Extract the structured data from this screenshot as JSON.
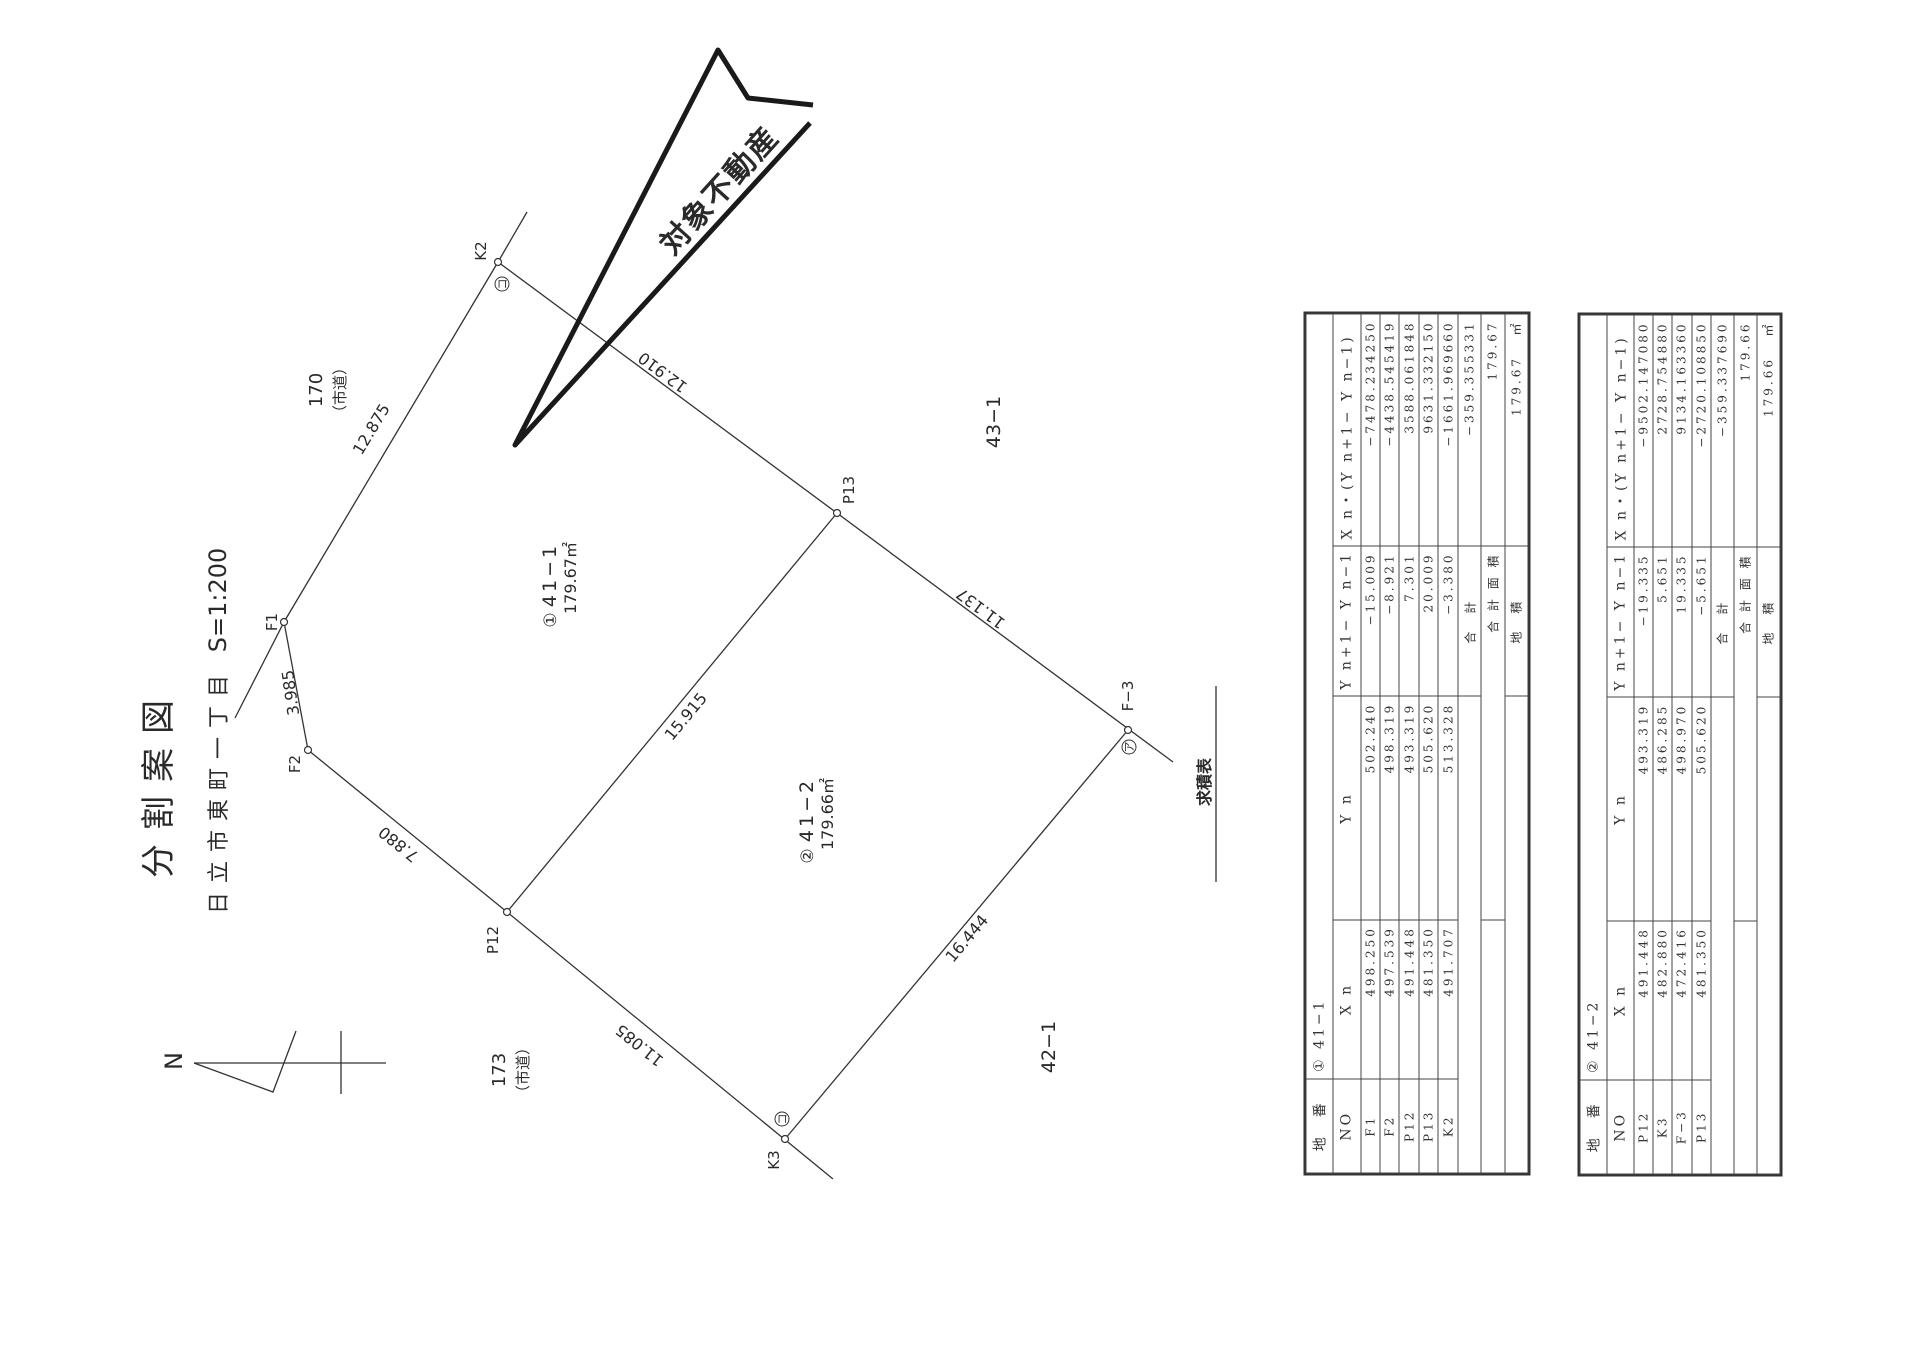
{
  "title": "分割案図",
  "subtitle": "日立市東町一丁目",
  "scale": "S=1:200",
  "target_label": "対象不動産",
  "north": "N",
  "points": {
    "K2": "K2",
    "F1": "F1",
    "F2": "F2",
    "P12": "P12",
    "P13": "P13",
    "F3": "F−3",
    "K3": "K3"
  },
  "markers": {
    "K2": "コ",
    "F3": "ア",
    "K3": "コ"
  },
  "distances": {
    "K2_F1": "12.875",
    "K2_P13": "12.910",
    "P13_F3": "11.137",
    "P12_P13": "15.915",
    "K3_F3": "16.444",
    "F2_P12": "7.880",
    "P12_K3": "11.085",
    "F1_F2": "3.985"
  },
  "parcels": [
    {
      "no": "①",
      "lot": "41−1",
      "area": "179.67㎡"
    },
    {
      "no": "②",
      "lot": "41−2",
      "area": "179.66㎡"
    }
  ],
  "neighbors": {
    "road_north": "170",
    "road_north_type": "（市道）",
    "road_south": "173",
    "road_south_type": "（市道）",
    "lot_east": "43−1",
    "lot_southeast": "42−1"
  },
  "table_caption": "求積表",
  "tables": [
    {
      "chiban_label": "地　番",
      "parcel_no": "①",
      "lot": "41−1",
      "headers": [
        "NO",
        "X n",
        "Y n",
        "Y n+1− Y n−1",
        "X n・(Y n+1− Y n−1)"
      ],
      "rows": [
        [
          "F1",
          "498.250",
          "502.240",
          "−15.009",
          "−7478.234250"
        ],
        [
          "F2",
          "497.539",
          "498.319",
          "−8.921",
          "−4438.545419"
        ],
        [
          "P12",
          "491.448",
          "493.319",
          "7.301",
          "3588.061848"
        ],
        [
          "P13",
          "481.350",
          "505.620",
          "20.009",
          "9631.332150"
        ],
        [
          "K2",
          "491.707",
          "513.328",
          "−3.380",
          "−1661.969660"
        ]
      ],
      "sum_label": "合　計",
      "sum_value": "−359.355331",
      "total_area_label": "合 計 面 積",
      "total_area": "179.67",
      "chiseki_label": "地　積",
      "chiseki": "179.67",
      "unit": "㎡"
    },
    {
      "chiban_label": "地　番",
      "parcel_no": "②",
      "lot": "41−2",
      "headers": [
        "NO",
        "X n",
        "Y n",
        "Y n+1− Y n−1",
        "X n・(Y n+1− Y n−1)"
      ],
      "rows": [
        [
          "P12",
          "491.448",
          "493.319",
          "−19.335",
          "−9502.147080"
        ],
        [
          "K3",
          "482.880",
          "486.285",
          "5.651",
          "2728.754880"
        ],
        [
          "F−3",
          "472.416",
          "498.970",
          "19.335",
          "9134.163360"
        ],
        [
          "P13",
          "481.350",
          "505.620",
          "−5.651",
          "−2720.108850"
        ]
      ],
      "sum_label": "合　計",
      "sum_value": "−359.337690",
      "total_area_label": "合 計 面 積",
      "total_area": "179.66",
      "chiseki_label": "地　積",
      "chiseki": "179.66",
      "unit": "㎡"
    }
  ]
}
